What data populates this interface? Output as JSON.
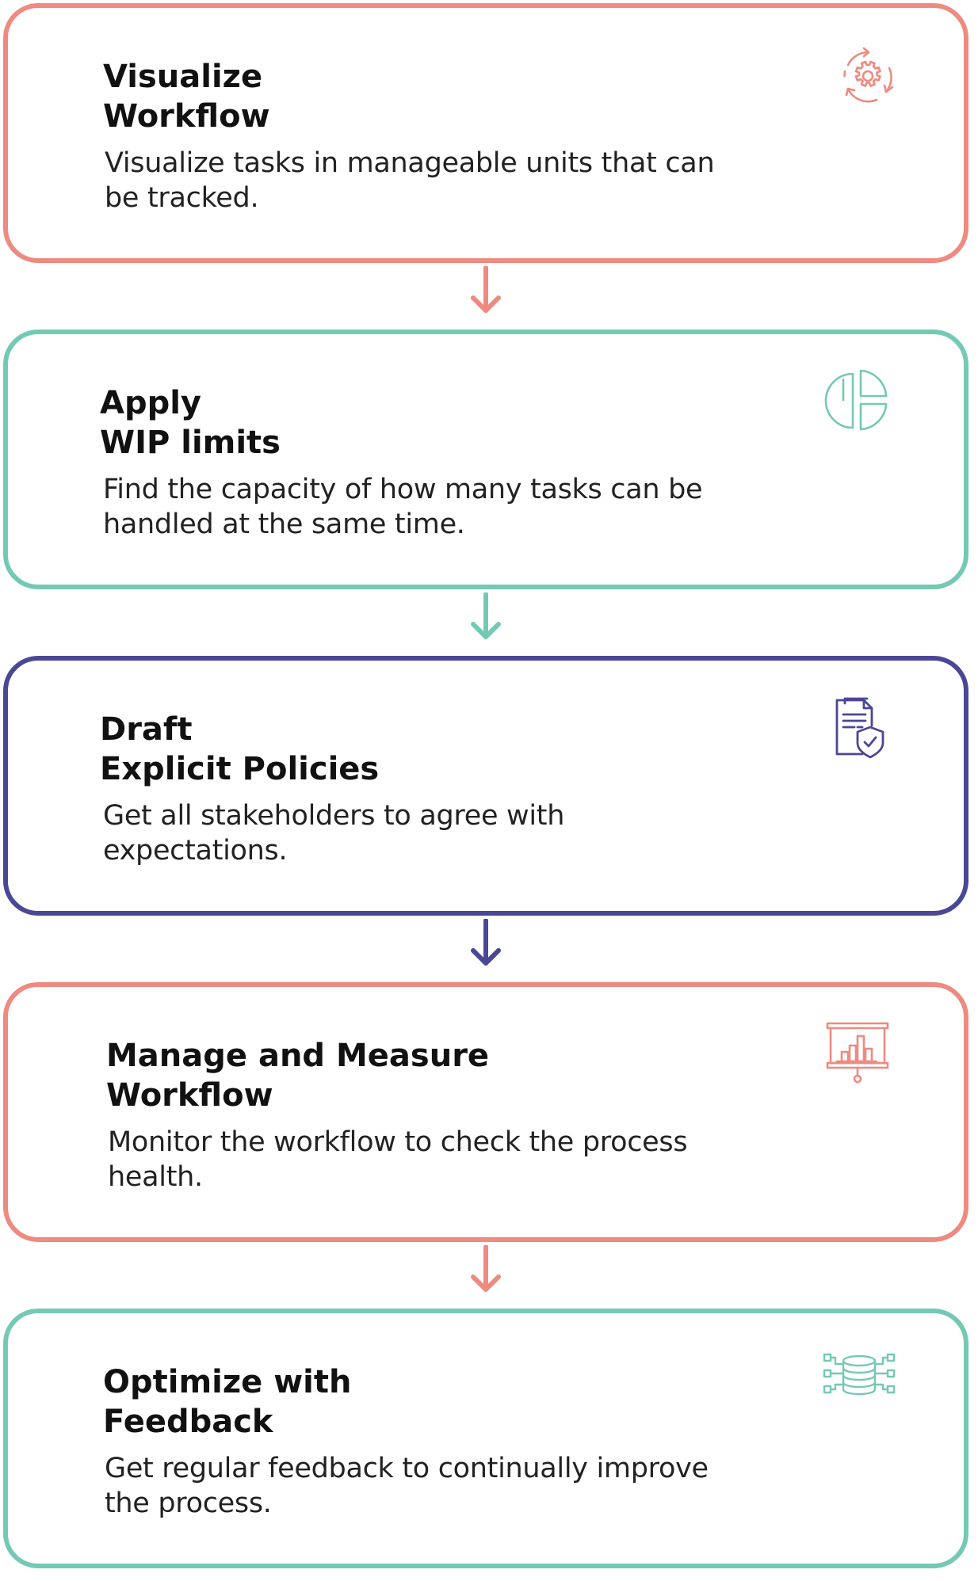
{
  "steps": [
    {
      "title": "Visualize\nWorkflow",
      "description": "Visualize tasks in manageable units that can be tracked.",
      "color": "#ee8a80",
      "icon": "gear-cycle-icon"
    },
    {
      "title": "Apply\nWIP limits",
      "description": "Find the capacity of how many tasks can be handled at the same time.",
      "color": "#74c9b4",
      "icon": "pie-chart-icon"
    },
    {
      "title": "Draft\nExplicit Policies",
      "description": "Get all stakeholders to agree with expectations.",
      "color": "#4a4796",
      "icon": "document-shield-icon"
    },
    {
      "title": "Manage and Measure\nWorkflow",
      "description": "Monitor the workflow to check the process health.",
      "color": "#ee8a80",
      "icon": "presentation-chart-icon"
    },
    {
      "title": "Optimize with\nFeedback",
      "description": "Get regular feedback to continually improve the process.",
      "color": "#74c9b4",
      "icon": "database-network-icon"
    }
  ]
}
